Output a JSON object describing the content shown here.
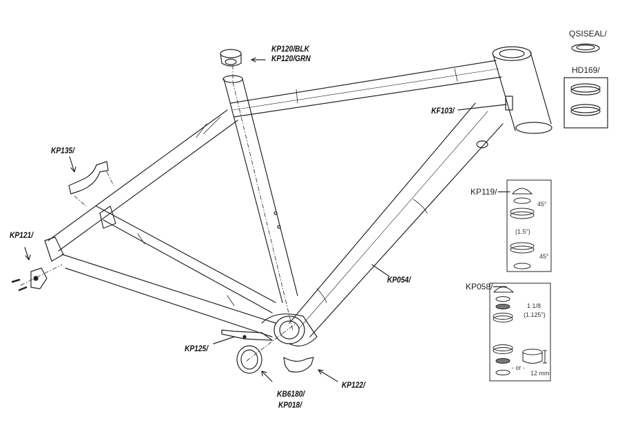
{
  "title": "Bicycle frame exploded parts diagram",
  "labels": {
    "kp120": [
      "KP120/BLK",
      "KP120/GRN"
    ],
    "kf103": "KF103/",
    "kp135": "KP135/",
    "kp121": "KP121/",
    "kp054": "KP054/",
    "kp125": "KP125/",
    "kb6180": [
      "KB6180/",
      "KP018/"
    ],
    "kp122": "KP122/",
    "qsiseal": "QSISEAL/",
    "hd169": "HD169/",
    "kp119": "KP119/",
    "kp058": "KP058/"
  },
  "kp119_box": {
    "angle_top": "45°",
    "size": "(1.5\")",
    "angle_bottom": "45°"
  },
  "kp058_box": {
    "size_fraction": "1 1/8",
    "size_inches": "(1.125\")",
    "or": "- or -",
    "height": "12 mm"
  }
}
